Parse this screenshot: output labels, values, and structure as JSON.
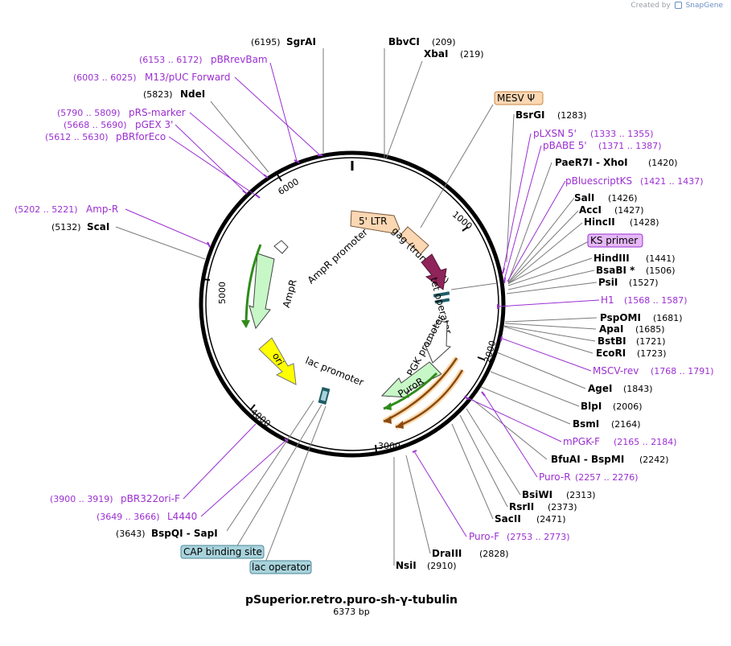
{
  "credit": {
    "prefix": "Created by",
    "brand": "SnapGene"
  },
  "title": "pSuperior.retro.puro-sh-γ-tubulin",
  "length_label": "6373 bp",
  "tick_labels": [
    "1000",
    "2000",
    "3000",
    "4000",
    "5000",
    "6000"
  ],
  "colors": {
    "primer": "#9b2fd1",
    "ltr": "#fbd7b3",
    "gag": "#fbd7b3",
    "tet_operator": "#8e2459",
    "promoter": "#ffffff",
    "puror": "#c7f7c7",
    "ampr": "#c7f7c7",
    "ori": "#ffff00",
    "cds_arrow_green": "#2e8b1a",
    "cds_arrow_orange": "#8b4a0f",
    "box_blue": "#a9d3dc",
    "box_orange": "#fbd7b3",
    "box_purple": "#e6b8f7"
  },
  "features": [
    {
      "name": "5' LTR"
    },
    {
      "name": "gag (truncated)"
    },
    {
      "name": "tet operator"
    },
    {
      "name": "PGK promoter"
    },
    {
      "name": "PuroR"
    },
    {
      "name": "lac promoter"
    },
    {
      "name": "ori"
    },
    {
      "name": "AmpR"
    },
    {
      "name": "AmpR promoter"
    }
  ],
  "boxed_labels": [
    {
      "text": "MESV Ψ"
    },
    {
      "text": "KS primer"
    },
    {
      "text": "CAP binding site"
    },
    {
      "text": "lac operator"
    }
  ],
  "sites": [
    {
      "name": "SgrAI",
      "pos": "(6195)"
    },
    {
      "name": "BbvCI",
      "pos": "(209)"
    },
    {
      "name": "XbaI",
      "pos": "(219)"
    },
    {
      "name": "NdeI",
      "pos": "(5823)"
    },
    {
      "name": "BsrGI",
      "pos": "(1283)"
    },
    {
      "name": "PaeR7I - XhoI",
      "pos": "(1420)"
    },
    {
      "name": "SalI",
      "pos": "(1426)"
    },
    {
      "name": "AccI",
      "pos": "(1427)"
    },
    {
      "name": "HincII",
      "pos": "(1428)"
    },
    {
      "name": "HindIII",
      "pos": "(1441)"
    },
    {
      "name": "BsaBI *",
      "pos": "(1506)"
    },
    {
      "name": "PsiI",
      "pos": "(1527)"
    },
    {
      "name": "PspOMI",
      "pos": "(1681)"
    },
    {
      "name": "ApaI",
      "pos": "(1685)"
    },
    {
      "name": "BstBI",
      "pos": "(1721)"
    },
    {
      "name": "EcoRI",
      "pos": "(1723)"
    },
    {
      "name": "AgeI",
      "pos": "(1843)"
    },
    {
      "name": "BlpI",
      "pos": "(2006)"
    },
    {
      "name": "BsmI",
      "pos": "(2164)"
    },
    {
      "name": "BfuAI - BspMI",
      "pos": "(2242)"
    },
    {
      "name": "BsiWI",
      "pos": "(2313)"
    },
    {
      "name": "RsrII",
      "pos": "(2373)"
    },
    {
      "name": "SacII",
      "pos": "(2471)"
    },
    {
      "name": "DraIII",
      "pos": "(2828)"
    },
    {
      "name": "NsiI",
      "pos": "(2910)"
    },
    {
      "name": "BspQI - SapI",
      "pos": "(3643)"
    },
    {
      "name": "ScaI",
      "pos": "(5132)"
    }
  ],
  "primers": [
    {
      "name": "pBRrevBam",
      "pos": "(6153 .. 6172)"
    },
    {
      "name": "M13/pUC Forward",
      "pos": "(6003 .. 6025)"
    },
    {
      "name": "pRS-marker",
      "pos": "(5790 .. 5809)"
    },
    {
      "name": "pGEX 3'",
      "pos": "(5668 .. 5690)"
    },
    {
      "name": "pBRforEco",
      "pos": "(5612 .. 5630)"
    },
    {
      "name": "Amp-R",
      "pos": "(5202 .. 5221)"
    },
    {
      "name": "pLXSN 5'",
      "pos": "(1333 .. 1355)"
    },
    {
      "name": "pBABE 5'",
      "pos": "(1371 .. 1387)"
    },
    {
      "name": "pBluescriptKS",
      "pos": "(1421 .. 1437)"
    },
    {
      "name": "H1",
      "pos": "(1568 .. 1587)"
    },
    {
      "name": "MSCV-rev",
      "pos": "(1768 .. 1791)"
    },
    {
      "name": "mPGK-F",
      "pos": "(2165 .. 2184)"
    },
    {
      "name": "Puro-R",
      "pos": "(2257 .. 2276)"
    },
    {
      "name": "Puro-F",
      "pos": "(2753 .. 2773)"
    },
    {
      "name": "pBR322ori-F",
      "pos": "(3900 .. 3919)"
    },
    {
      "name": "L4440",
      "pos": "(3649 .. 3666)"
    }
  ]
}
